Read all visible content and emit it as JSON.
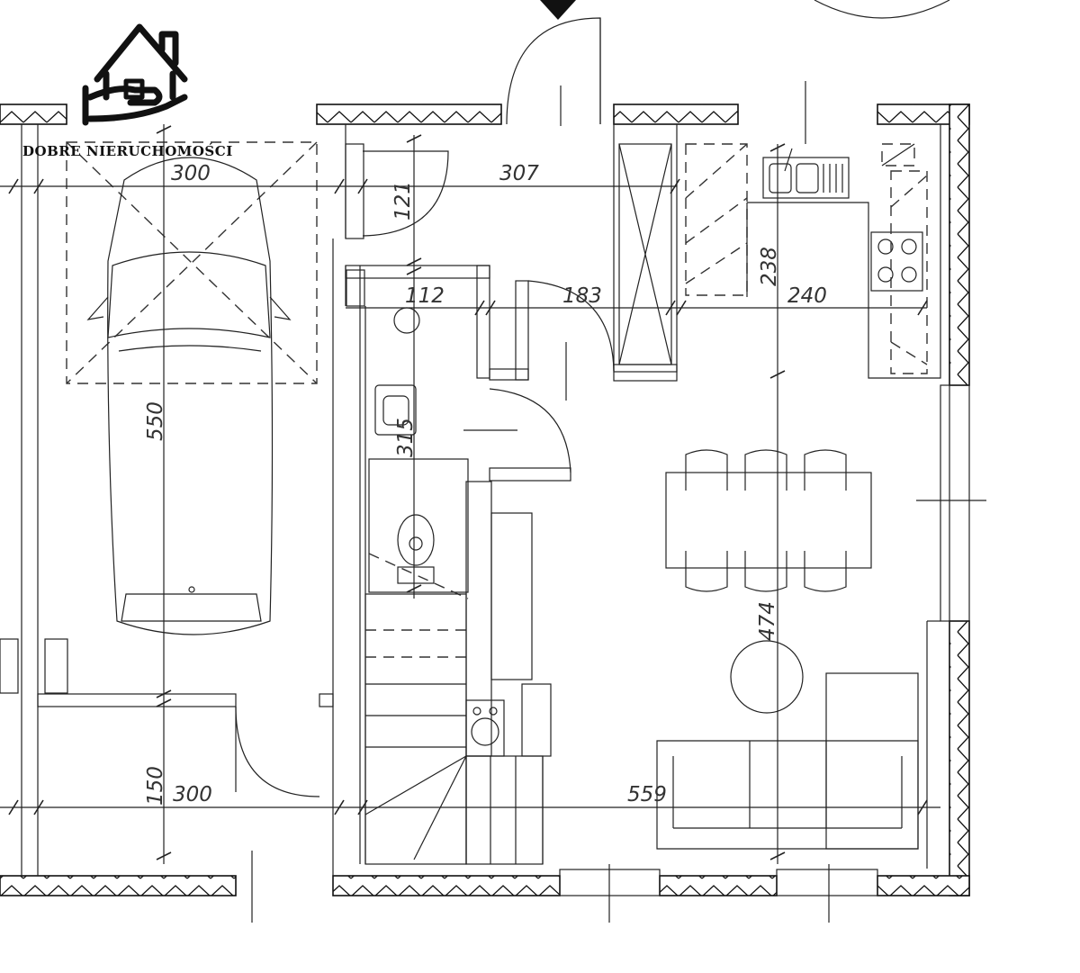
{
  "logo": {
    "brand_text": "DOBRE NIERUCHOMOŚCI",
    "icon": "house-in-hand-icon"
  },
  "dimensions": {
    "garage_width_top": "300",
    "garage_length": "550",
    "garage_width_bottom": "300",
    "garage_front": "150",
    "hall_width": "307",
    "entry_depth": "121",
    "bathroom_width": "112",
    "hall_inner_width": "183",
    "kitchen_depth": "238",
    "kitchen_width": "240",
    "wc_depth": "315",
    "living_length": "474",
    "living_width": "559"
  },
  "colors": {
    "line": "#222222",
    "wall_hatch": "#111111",
    "background": "#ffffff"
  }
}
